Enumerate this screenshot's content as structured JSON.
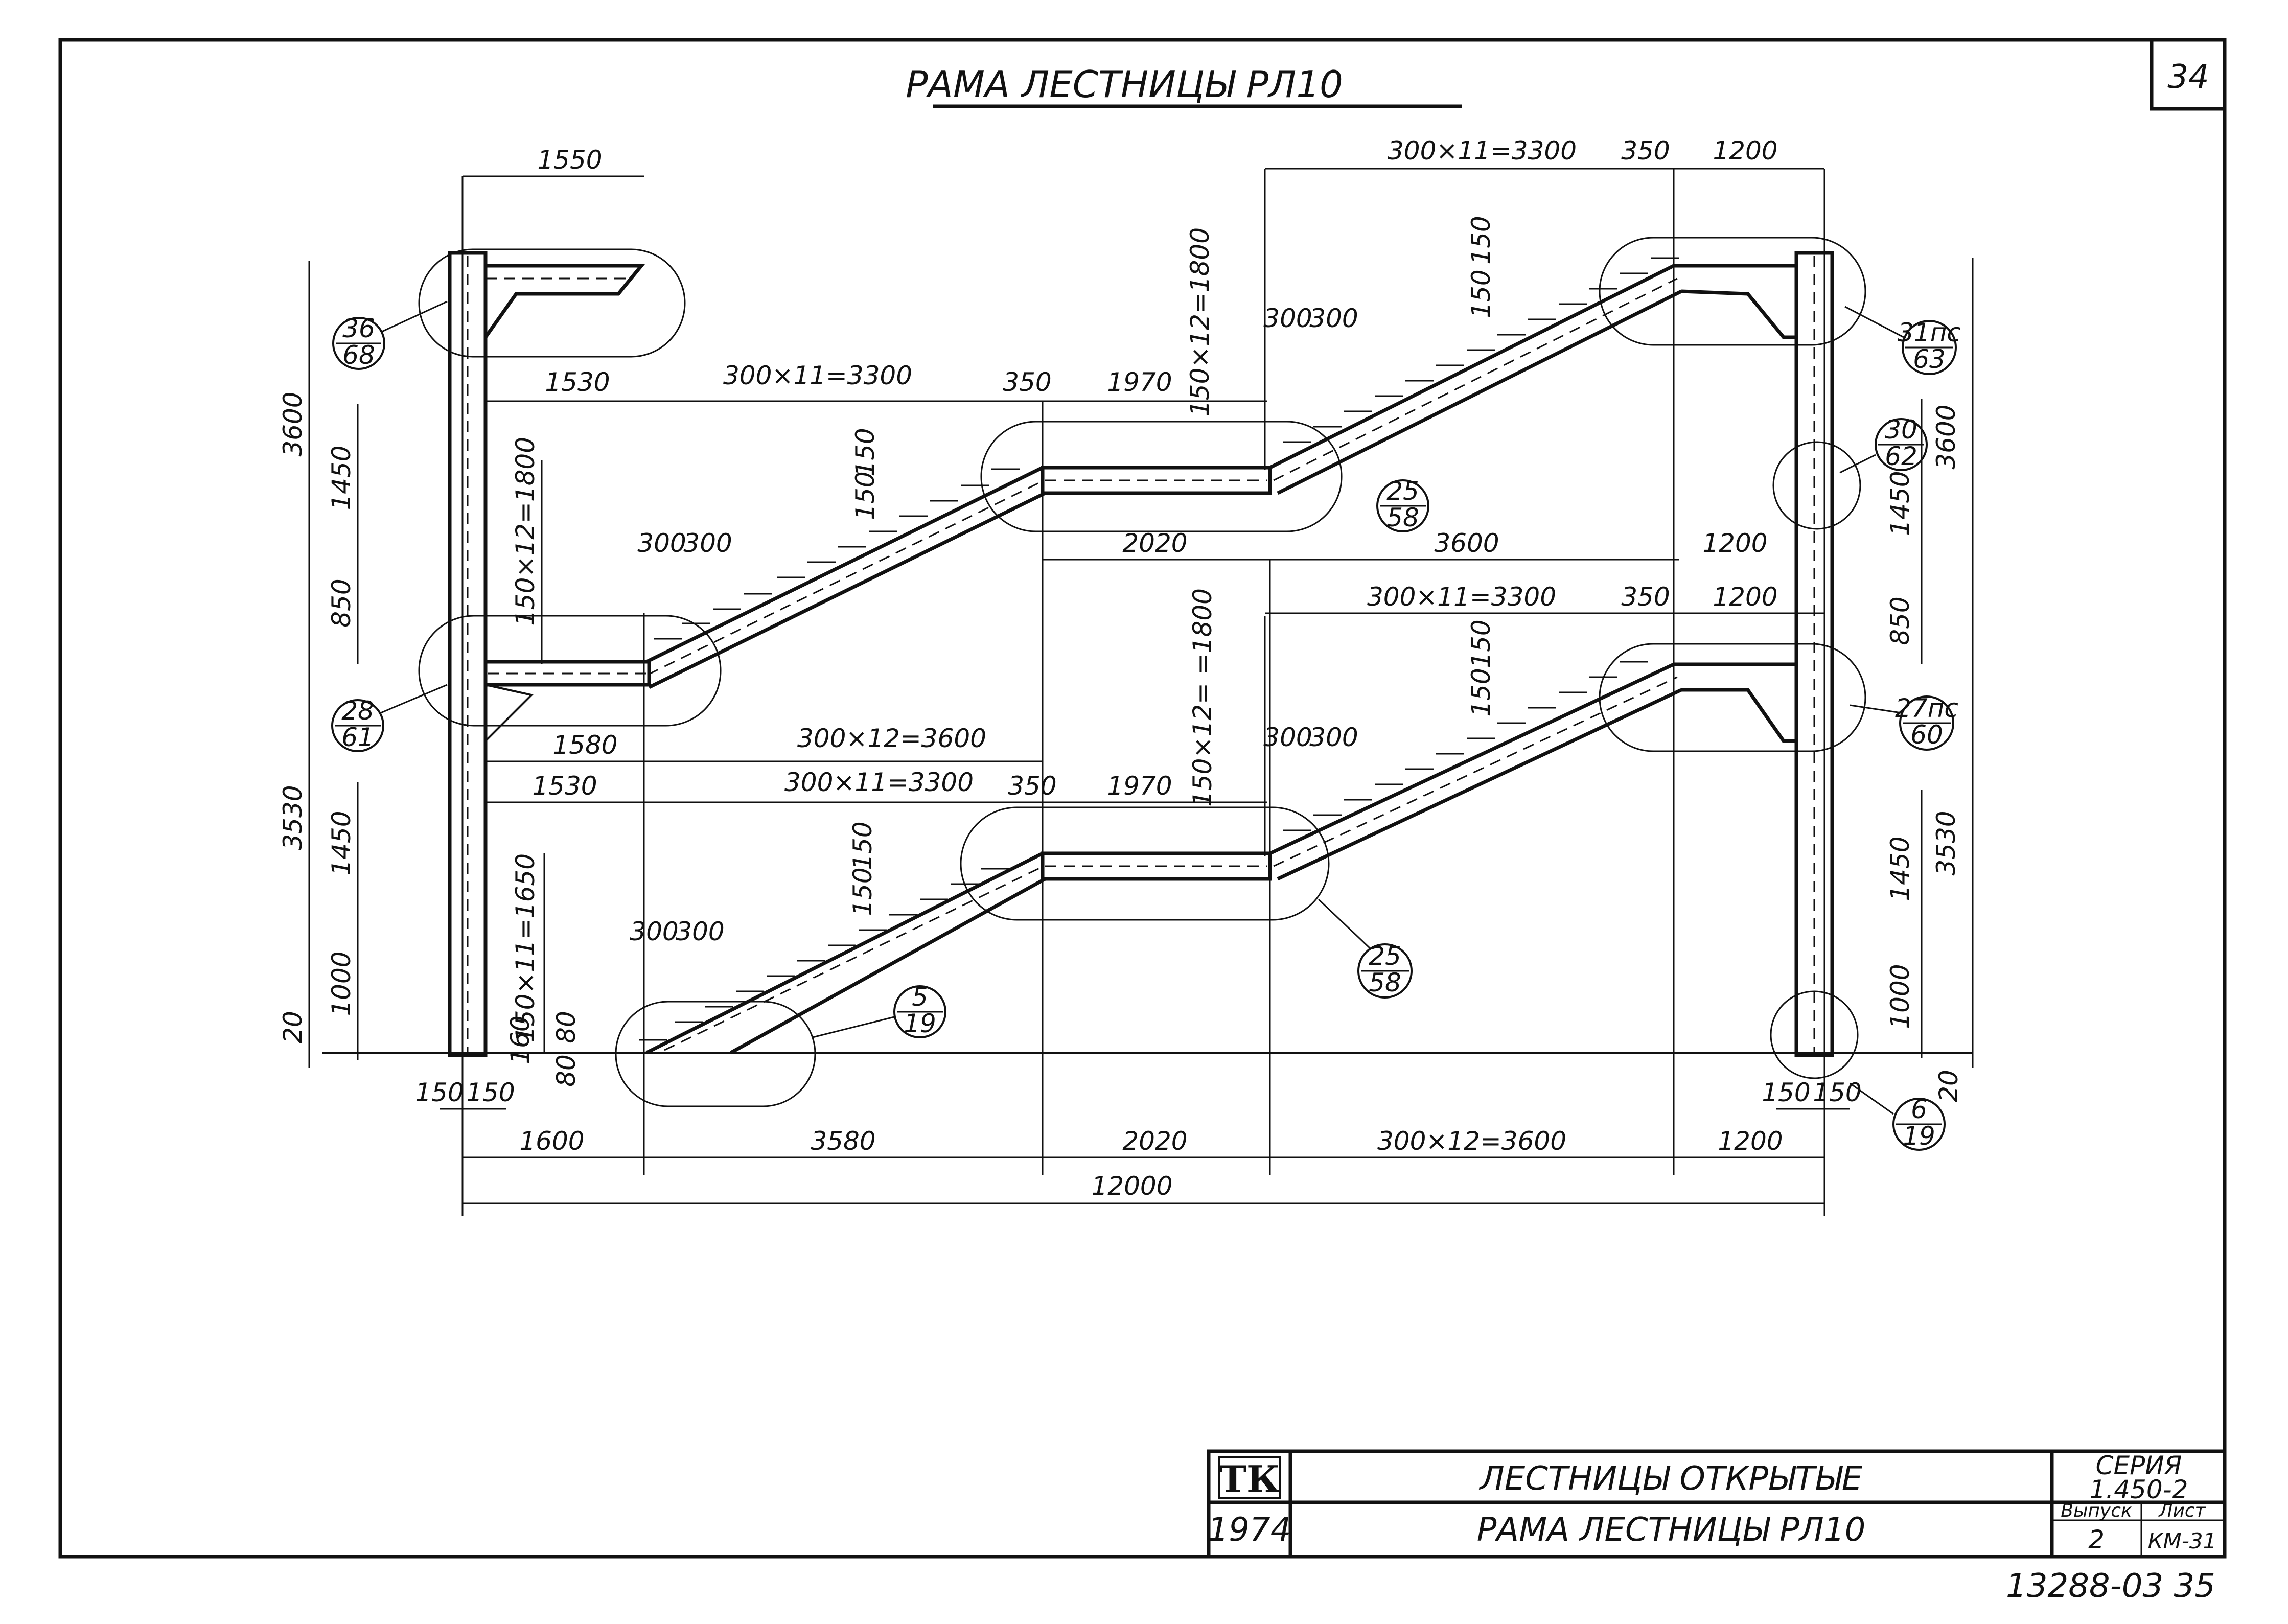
{
  "sheet": {
    "title": "РАМА ЛЕСТНИЦЫ РЛ10",
    "sheet_number": "34",
    "scan_code": "13288-03  35"
  },
  "title_block": {
    "logo": "ТК",
    "year": "1974",
    "name_line1": "ЛЕСТНИЦЫ ОТКРЫТЫЕ",
    "name_line2": "РАМА ЛЕСТНИЦЫ РЛ10",
    "series_label": "СЕРИЯ",
    "series_value": "1.450-2",
    "issue_label": "Выпуск",
    "issue_value": "2",
    "sheet_label": "Лист",
    "sheet_value": "КМ-31"
  },
  "dimensions": {
    "top_1550": "1550",
    "top_run": "300×11=3300",
    "top_350": "350",
    "top_1200": "1200",
    "mid_1530": "1530",
    "mid_run": "300×11=3300",
    "mid_350": "350",
    "mid_1970": "1970",
    "rise_top": "150×12=1800",
    "rise_mid": "150×12=1800",
    "rise_low": "150×12= =1800",
    "rise_bottom": "150×11=1650",
    "tread_a": "300",
    "tread_b": "300",
    "step_a": "150",
    "step_b": "150",
    "d2020_mid": "2020",
    "d3600_mid": "3600",
    "d1200_mid": "1200",
    "low_run_top": "300×11=3300",
    "low_350": "350",
    "low_1200": "1200",
    "d1580": "1580",
    "run_3600": "300×12=3600",
    "bot_1530": "1530",
    "bot_run": "300×11=3300",
    "bot_350": "350",
    "bot_1970": "1970",
    "left_3600": "3600",
    "left_1450_a": "1450",
    "left_850": "850",
    "left_3530": "3530",
    "left_1450_b": "1450",
    "left_1000": "1000",
    "left_20": "20",
    "left_160": "160",
    "left_80a": "80",
    "left_80b": "80",
    "right_3600": "3600",
    "right_1450_a": "1450",
    "right_850": "850",
    "right_3530": "3530",
    "right_1450_b": "1450",
    "right_1000": "1000",
    "right_20": "20",
    "col_150a": "150",
    "col_150b": "150",
    "col_150c": "150",
    "col_150d": "150",
    "bottom_1600": "1600",
    "bottom_3580": "3580",
    "bottom_2020": "2020",
    "bottom_run": "300×12=3600",
    "bottom_1200": "1200",
    "overall": "12000"
  },
  "callouts": [
    {
      "top": "36",
      "bottom": "68"
    },
    {
      "top": "31пс",
      "bottom": "63"
    },
    {
      "top": "30",
      "bottom": "62"
    },
    {
      "top": "25",
      "bottom": "58"
    },
    {
      "top": "28",
      "bottom": "61"
    },
    {
      "top": "27пс",
      "bottom": "60"
    },
    {
      "top": "25",
      "bottom": "58"
    },
    {
      "top": "5",
      "bottom": "19"
    },
    {
      "top": "6",
      "bottom": "19"
    }
  ]
}
